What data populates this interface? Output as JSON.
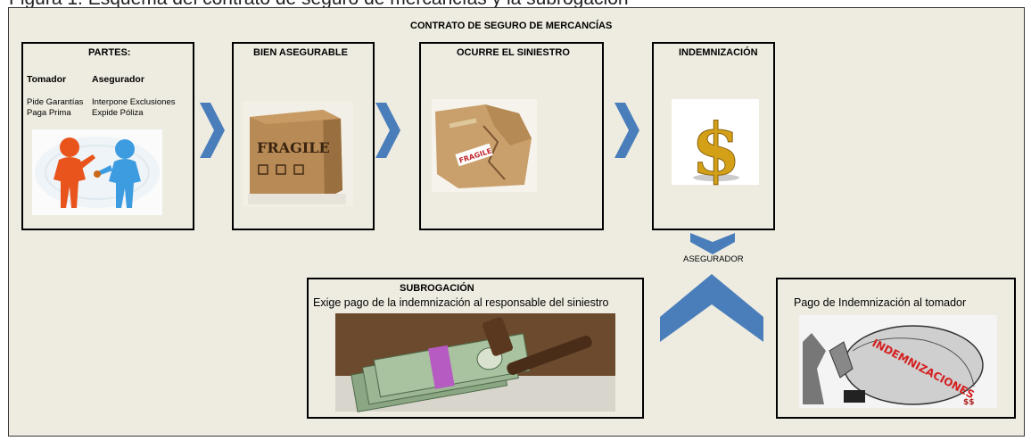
{
  "top_caption": "Figura 1. Esquema del contrato de seguro de mercancías y la subrogación",
  "diagram": {
    "title": "CONTRATO DE SEGURO DE MERCANCÍAS",
    "partes": {
      "title": "PARTES:",
      "col1_header": "Tomador",
      "col2_header": "Asegurador",
      "col1_lines": [
        "Pide Garantías",
        "Paga Prima"
      ],
      "col2_lines": [
        "Interpone Exclusiones",
        "Expide Póliza"
      ],
      "image": "handshake-people-illustration"
    },
    "bien": {
      "title": "BIEN ASEGURABLE",
      "image": "fragile-cardboard-box",
      "box_text": "FRAGILE"
    },
    "siniestro": {
      "title": "OCURRE EL SINIESTRO",
      "image": "damaged-fragile-box",
      "box_text": "FRAGILE"
    },
    "indemnizacion": {
      "title": "INDEMNIZACIÓN",
      "image": "gold-dollar-sign"
    },
    "asegurador_label": "ASEGURADOR",
    "subrogacion": {
      "title": "SUBROGACIÓN",
      "subtitle": "Exige pago de la indemnización al responsable del siniestro",
      "image": "money-and-gavel"
    },
    "pago": {
      "title": "Pago de Indemnización al tomador",
      "image": "indemnizaciones-cartoon",
      "image_text": "INDEMNIZACIONES"
    },
    "colors": {
      "chevron": "#4a7ebb",
      "background": "#eeece1",
      "border": "#000000",
      "gold": "#d4a017"
    }
  }
}
